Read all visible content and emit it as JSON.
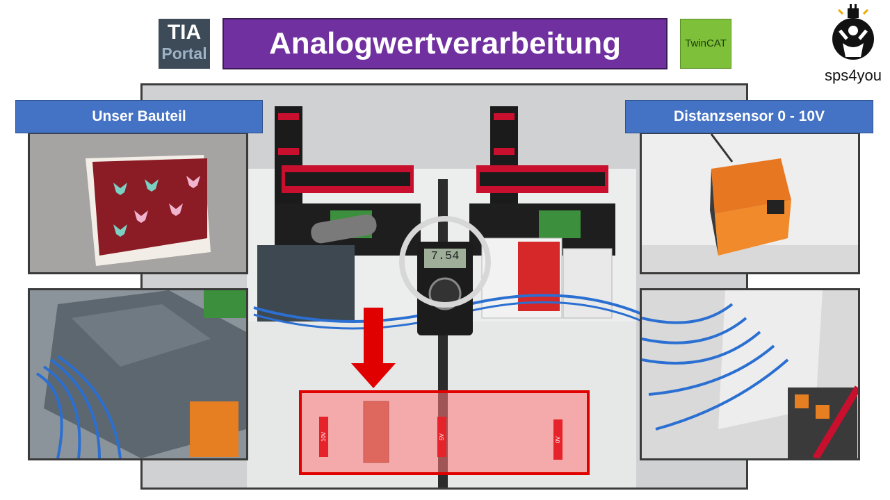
{
  "header": {
    "tia_line1": "TIA",
    "tia_line2": "Portal",
    "title": "Analogwertverarbeitung",
    "twincat_label": "TwinCAT",
    "brand_name": "sps4you"
  },
  "panels": {
    "left_label": "Unser Bauteil",
    "right_label": "Distanzsensor 0 - 10V"
  },
  "sensor_marks": {
    "left": "10V",
    "mid": "5V",
    "right": "0V"
  },
  "multimeter_reading": "7.54",
  "colors": {
    "title_bg": "#7030a0",
    "banner_bg": "#4472c4",
    "highlight_red": "#e00000",
    "twincat_green": "#7fc03b",
    "tia_bg": "#3d4a57"
  }
}
